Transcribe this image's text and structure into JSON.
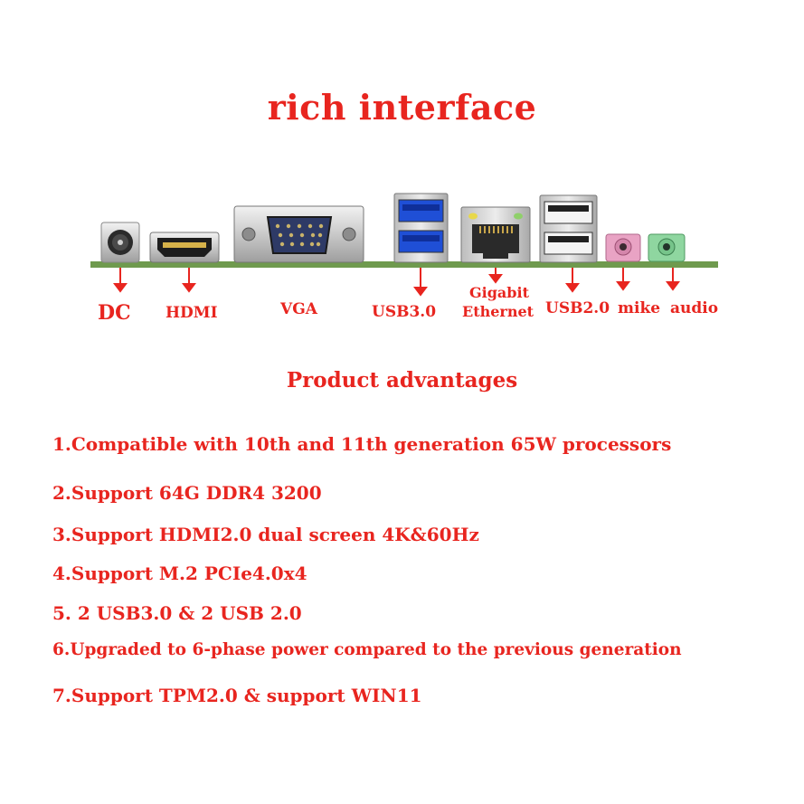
{
  "title": "rich interface",
  "ports": [
    {
      "label": "DC"
    },
    {
      "label": "HDMI"
    },
    {
      "label": "VGA"
    },
    {
      "label": "USB3.0"
    },
    {
      "label_line1": "Gigabit",
      "label_line2": "Ethernet"
    },
    {
      "label": "USB2.0"
    },
    {
      "label": "mike"
    },
    {
      "label": "audio"
    }
  ],
  "advantages_title": "Product advantages",
  "advantages": [
    "1.Compatible with 10th and 11th generation 65W processors",
    "2.Support 64G DDR4 3200",
    "3.Support HDMI2.0 dual screen 4K&60Hz",
    "4.Support M.2 PCIe4.0x4",
    "5. 2 USB3.0 & 2 USB 2.0",
    "6.Upgraded to 6-phase power compared to the previous generation",
    "7.Support TPM2.0 & support WIN11"
  ],
  "colors": {
    "accent": "#e8251f",
    "board": "#6f9a4e",
    "usb3_blue": "#1f4fd6",
    "mic_pink": "#e9a3c4",
    "audio_green": "#8fd6a0"
  }
}
